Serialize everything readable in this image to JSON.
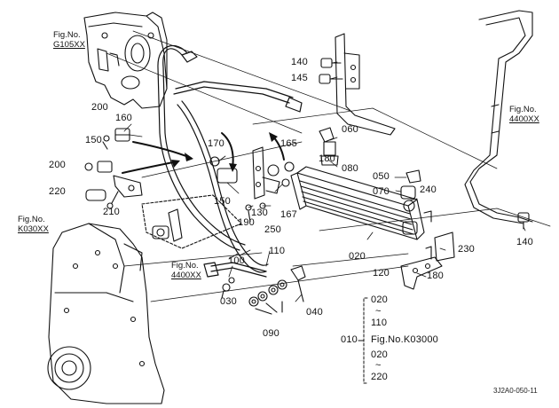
{
  "figure_refs": {
    "g105": {
      "no": "Fig.No.",
      "id": "G105XX"
    },
    "k030": {
      "no": "Fig.No.",
      "id": "K030XX"
    },
    "f4400_right": {
      "no": "Fig.No.",
      "id": "4400XX"
    },
    "f4400_center": {
      "no": "Fig.No.",
      "id": "4400XX"
    }
  },
  "parts": {
    "p140_top": "140",
    "p145": "145",
    "p160": "160",
    "p200_top": "200",
    "p150_left": "150",
    "p170": "170",
    "p165": "165",
    "p060": "060",
    "p080": "080",
    "p180_top": "180",
    "p050": "050",
    "p070": "070",
    "p240": "240",
    "p200_left": "200",
    "p220": "220",
    "p210": "210",
    "p150_mid": "150",
    "p130": "130",
    "p167": "167",
    "p190": "190",
    "p250": "250",
    "p020": "020",
    "p230": "230",
    "p140_right": "140",
    "p100": "100",
    "p110": "110",
    "p030": "030",
    "p040": "040",
    "p090": "090",
    "p120": "120",
    "p180_bottom": "180"
  },
  "range_note": {
    "start_a": "020",
    "tilde_a": "~",
    "end_a": "110",
    "group_label": "010",
    "fig_ref": "Fig.No.K03000",
    "start_b": "020",
    "tilde_b": "~",
    "end_b": "220"
  },
  "caption": "3J2A0-050-11"
}
